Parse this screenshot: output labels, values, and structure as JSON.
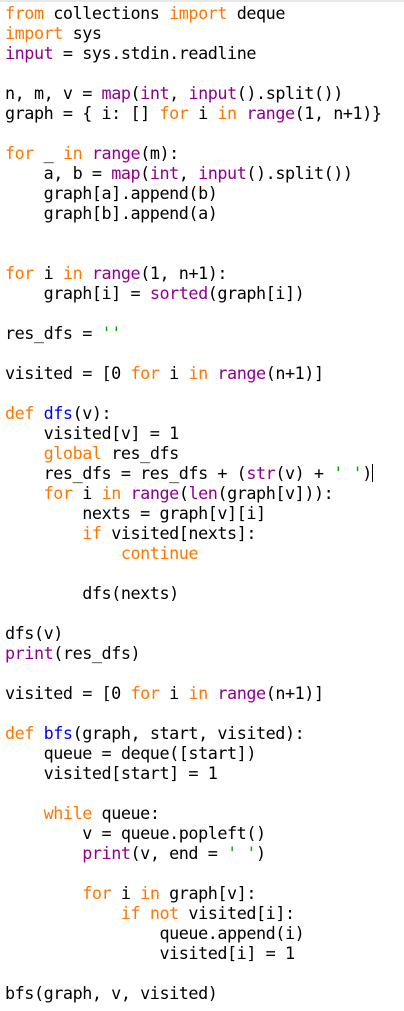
{
  "colors": {
    "keyword": "#ff7700",
    "builtin": "#900090",
    "definition": "#0000ff",
    "string": "#00aa00",
    "text": "#000000",
    "background": "#ffffff"
  },
  "lines": [
    [
      [
        "kw",
        "from"
      ],
      [
        "t",
        " collections "
      ],
      [
        "kw",
        "import"
      ],
      [
        "t",
        " deque"
      ]
    ],
    [
      [
        "kw",
        "import"
      ],
      [
        "t",
        " sys"
      ]
    ],
    [
      [
        "bi",
        "input"
      ],
      [
        "t",
        " = sys.stdin.readline"
      ]
    ],
    [],
    [
      [
        "t",
        "n, m, v = "
      ],
      [
        "bi",
        "map"
      ],
      [
        "t",
        "("
      ],
      [
        "bi",
        "int"
      ],
      [
        "t",
        ", "
      ],
      [
        "bi",
        "input"
      ],
      [
        "t",
        "().split())"
      ]
    ],
    [
      [
        "t",
        "graph = { i: [] "
      ],
      [
        "kw",
        "for"
      ],
      [
        "t",
        " i "
      ],
      [
        "kw",
        "in"
      ],
      [
        "t",
        " "
      ],
      [
        "bi",
        "range"
      ],
      [
        "t",
        "(1, n+1)}"
      ]
    ],
    [],
    [
      [
        "kw",
        "for"
      ],
      [
        "t",
        " _ "
      ],
      [
        "kw",
        "in"
      ],
      [
        "t",
        " "
      ],
      [
        "bi",
        "range"
      ],
      [
        "t",
        "(m):"
      ]
    ],
    [
      [
        "t",
        "    a, b = "
      ],
      [
        "bi",
        "map"
      ],
      [
        "t",
        "("
      ],
      [
        "bi",
        "int"
      ],
      [
        "t",
        ", "
      ],
      [
        "bi",
        "input"
      ],
      [
        "t",
        "().split())"
      ]
    ],
    [
      [
        "t",
        "    graph[a].append(b)"
      ]
    ],
    [
      [
        "t",
        "    graph[b].append(a)"
      ]
    ],
    [],
    [],
    [
      [
        "kw",
        "for"
      ],
      [
        "t",
        " i "
      ],
      [
        "kw",
        "in"
      ],
      [
        "t",
        " "
      ],
      [
        "bi",
        "range"
      ],
      [
        "t",
        "(1, n+1):"
      ]
    ],
    [
      [
        "t",
        "    graph[i] = "
      ],
      [
        "bi",
        "sorted"
      ],
      [
        "t",
        "(graph[i])"
      ]
    ],
    [],
    [
      [
        "t",
        "res_dfs = "
      ],
      [
        "str",
        "''"
      ]
    ],
    [],
    [
      [
        "t",
        "visited = [0 "
      ],
      [
        "kw",
        "for"
      ],
      [
        "t",
        " i "
      ],
      [
        "kw",
        "in"
      ],
      [
        "t",
        " "
      ],
      [
        "bi",
        "range"
      ],
      [
        "t",
        "(n+1)]"
      ]
    ],
    [],
    [
      [
        "kw",
        "def"
      ],
      [
        "t",
        " "
      ],
      [
        "def",
        "dfs"
      ],
      [
        "t",
        "(v):"
      ]
    ],
    [
      [
        "t",
        "    visited[v] = 1"
      ]
    ],
    [
      [
        "t",
        "    "
      ],
      [
        "kw",
        "global"
      ],
      [
        "t",
        " res_dfs"
      ]
    ],
    [
      [
        "t",
        "    res_dfs = res_dfs + ("
      ],
      [
        "bi",
        "str"
      ],
      [
        "t",
        "(v) + "
      ],
      [
        "str",
        "' '"
      ],
      [
        "t",
        ")"
      ],
      [
        "cursor",
        ""
      ]
    ],
    [
      [
        "t",
        "    "
      ],
      [
        "kw",
        "for"
      ],
      [
        "t",
        " i "
      ],
      [
        "kw",
        "in"
      ],
      [
        "t",
        " "
      ],
      [
        "bi",
        "range"
      ],
      [
        "t",
        "("
      ],
      [
        "bi",
        "len"
      ],
      [
        "t",
        "(graph[v])):"
      ]
    ],
    [
      [
        "t",
        "        nexts = graph[v][i]"
      ]
    ],
    [
      [
        "t",
        "        "
      ],
      [
        "kw",
        "if"
      ],
      [
        "t",
        " visited[nexts]:"
      ]
    ],
    [
      [
        "t",
        "            "
      ],
      [
        "kw",
        "continue"
      ]
    ],
    [],
    [
      [
        "t",
        "        dfs(nexts)"
      ]
    ],
    [],
    [
      [
        "t",
        "dfs(v)"
      ]
    ],
    [
      [
        "bi",
        "print"
      ],
      [
        "t",
        "(res_dfs)"
      ]
    ],
    [],
    [
      [
        "t",
        "visited = [0 "
      ],
      [
        "kw",
        "for"
      ],
      [
        "t",
        " i "
      ],
      [
        "kw",
        "in"
      ],
      [
        "t",
        " "
      ],
      [
        "bi",
        "range"
      ],
      [
        "t",
        "(n+1)]"
      ]
    ],
    [],
    [
      [
        "kw",
        "def"
      ],
      [
        "t",
        " "
      ],
      [
        "def",
        "bfs"
      ],
      [
        "t",
        "(graph, start, visited):"
      ]
    ],
    [
      [
        "t",
        "    queue = deque([start])"
      ]
    ],
    [
      [
        "t",
        "    visited[start] = 1"
      ]
    ],
    [],
    [
      [
        "t",
        "    "
      ],
      [
        "kw",
        "while"
      ],
      [
        "t",
        " queue:"
      ]
    ],
    [
      [
        "t",
        "        v = queue.popleft()"
      ]
    ],
    [
      [
        "t",
        "        "
      ],
      [
        "bi",
        "print"
      ],
      [
        "t",
        "(v, end = "
      ],
      [
        "str",
        "' '"
      ],
      [
        "t",
        ")"
      ]
    ],
    [],
    [
      [
        "t",
        "        "
      ],
      [
        "kw",
        "for"
      ],
      [
        "t",
        " i "
      ],
      [
        "kw",
        "in"
      ],
      [
        "t",
        " graph[v]:"
      ]
    ],
    [
      [
        "t",
        "            "
      ],
      [
        "kw",
        "if"
      ],
      [
        "t",
        " "
      ],
      [
        "kw",
        "not"
      ],
      [
        "t",
        " visited[i]:"
      ]
    ],
    [
      [
        "t",
        "                queue.append(i)"
      ]
    ],
    [
      [
        "t",
        "                visited[i] = 1"
      ]
    ],
    [],
    [
      [
        "t",
        "bfs(graph, v, visited)"
      ]
    ]
  ]
}
